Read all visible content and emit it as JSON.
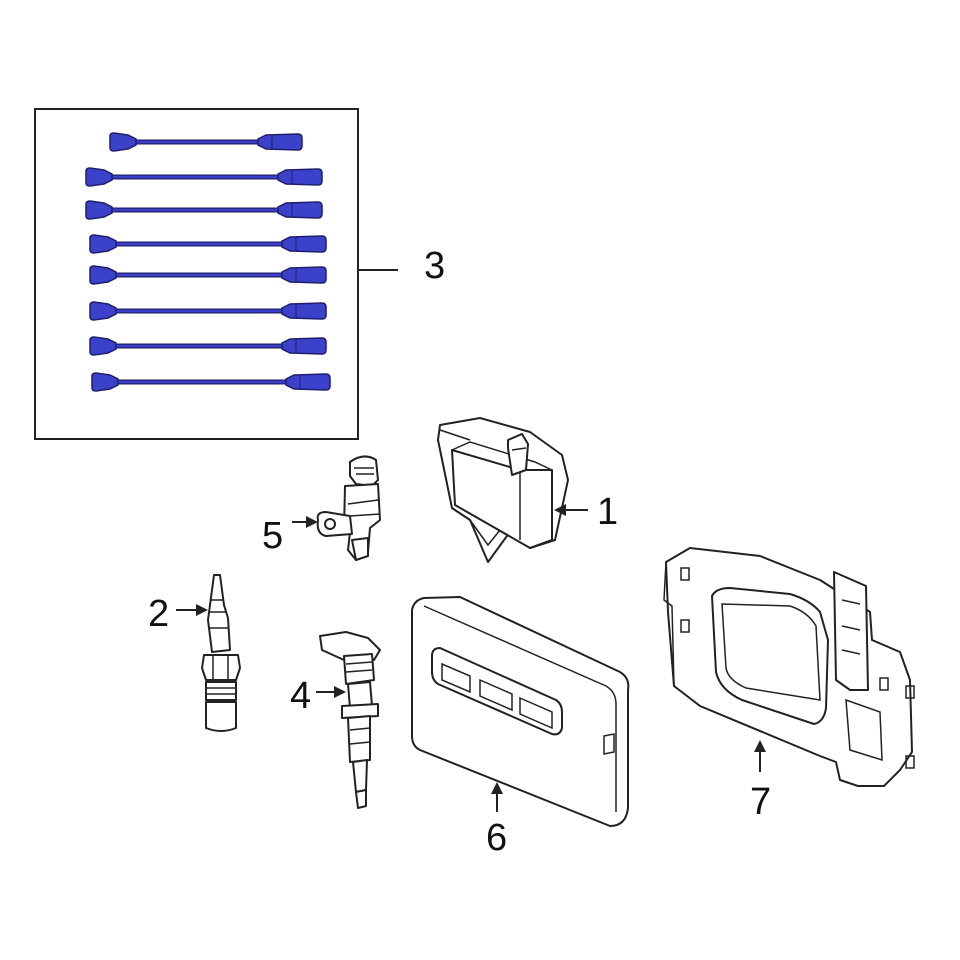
{
  "colors": {
    "wire_fill": "#3b41c9",
    "wire_stroke": "#1f1f6e",
    "line_art": "#222222",
    "background": "#ffffff"
  },
  "callouts": {
    "c1": "1",
    "c2": "2",
    "c3": "3",
    "c4": "4",
    "c5": "5",
    "c6": "6",
    "c7": "7"
  },
  "wire_set": {
    "count": 8
  },
  "icons": {
    "coil": "ignition-coil-icon",
    "spark_plug": "spark-plug-icon",
    "wires": "spark-plug-wire-icon",
    "injector": "fuel-injector-icon",
    "sensor": "camshaft-sensor-icon",
    "ecm": "engine-control-module-icon",
    "bracket": "mounting-bracket-icon"
  }
}
